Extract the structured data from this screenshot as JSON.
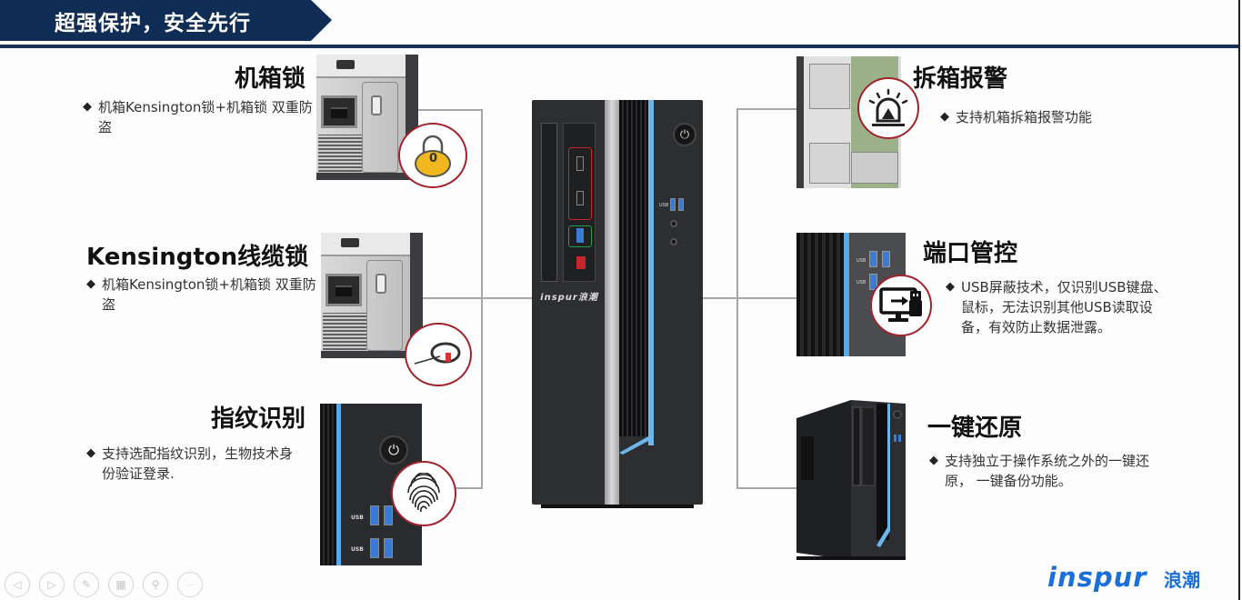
{
  "header": {
    "title": "超强保护，安全先行",
    "colors": {
      "banner": "#0f2d55",
      "rule": "#13335a",
      "callout_border": "#a0232b",
      "brand": "#1a6fd8",
      "accent_blue": "#6cb6ea"
    }
  },
  "features_left": [
    {
      "title": "机箱锁",
      "bullet": "◆",
      "desc": "机箱Kensington锁+机箱锁 双重防盗",
      "icon": "padlock-icon",
      "padlock_text": "0"
    },
    {
      "title": "Kensington线缆锁",
      "bullet": "◆",
      "desc": "机箱Kensington锁+机箱锁 双重防盗",
      "icon": "cable-lock-icon"
    },
    {
      "title": "指纹识别",
      "bullet": "◆",
      "desc": "支持选配指纹识别，生物技术身份验证登录.",
      "icon": "fingerprint-icon",
      "usb_labels": [
        "USB",
        "USB"
      ]
    }
  ],
  "features_right": [
    {
      "title": "拆箱报警",
      "bullet": "◆",
      "desc": "支持机箱拆箱报警功能",
      "icon": "alarm-light-icon"
    },
    {
      "title": "端口管控",
      "bullet": "◆",
      "desc": "USB屏蔽技术，仅识别USB键盘、鼠标，无法识别其他USB读取设备，有效防止数据泄露。",
      "icon": "usb-monitor-icon",
      "usb_labels": [
        "USB",
        "USB"
      ]
    },
    {
      "title": "一键还原",
      "bullet": "◆",
      "desc": "支持独立于操作系统之外的一键还原， 一键备份功能。",
      "icon": "pc-tower-icon"
    }
  ],
  "tower": {
    "logo": "inspur浪潮",
    "power_symbol": "⏻",
    "usb_label": "USB"
  },
  "toolbar": {
    "buttons": [
      {
        "name": "previous-slide",
        "glyph": "◁"
      },
      {
        "name": "next-slide",
        "glyph": "▷"
      },
      {
        "name": "pen",
        "glyph": "✎"
      },
      {
        "name": "slide-overview",
        "glyph": "▦"
      },
      {
        "name": "zoom",
        "glyph": "⚲"
      },
      {
        "name": "more",
        "glyph": "···"
      }
    ]
  },
  "brand": {
    "logo_en": "inspur",
    "logo_cn": "浪潮"
  }
}
